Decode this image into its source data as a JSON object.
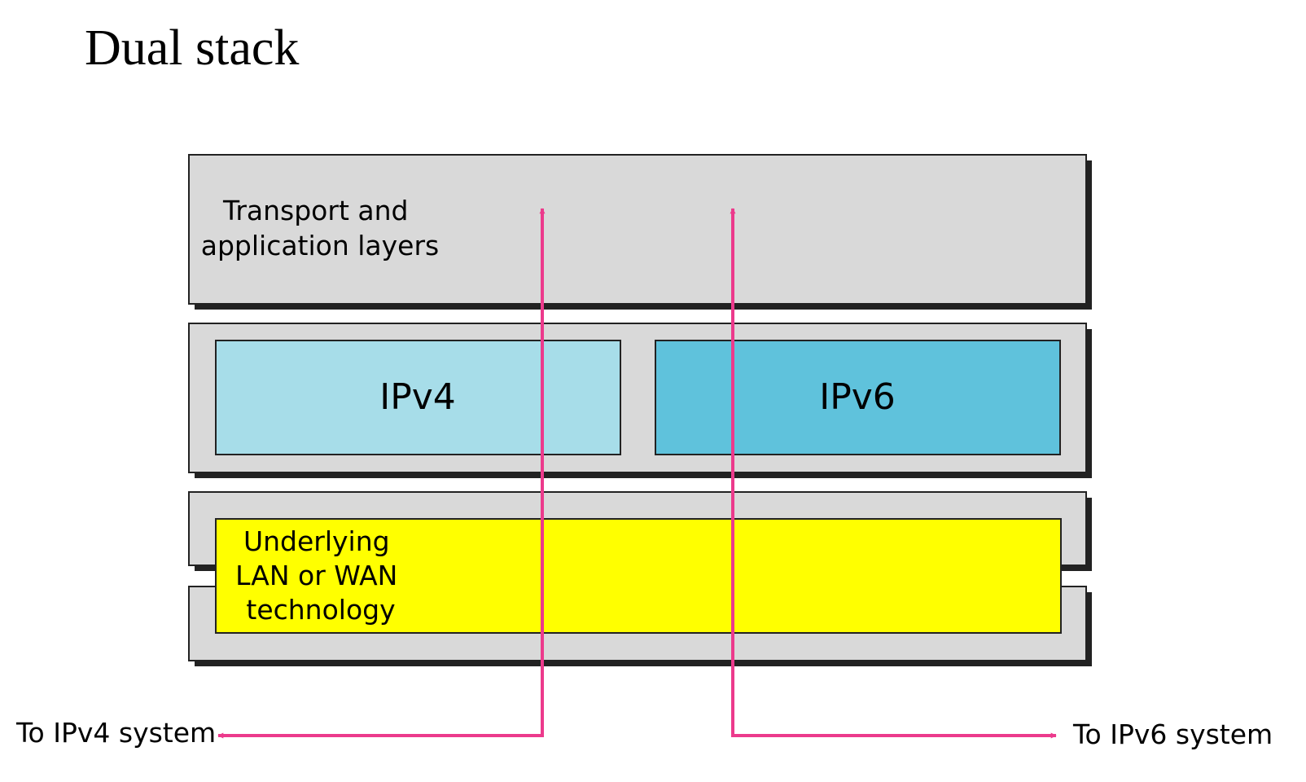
{
  "title": "Dual stack",
  "layers": {
    "transport": "Transport and application layers",
    "transport_lines": [
      "Transport and",
      "application layers"
    ],
    "ipv4": "IPv4",
    "ipv6": "IPv6",
    "underlying_lines": [
      "Underlying",
      "LAN or WAN",
      "technology"
    ]
  },
  "destinations": {
    "ipv4": "To IPv4 system",
    "ipv6": "To IPv6 system"
  },
  "colors": {
    "layer_fill": "#d9d9d9",
    "ipv4_fill": "#a7dde9",
    "ipv6_fill": "#5fc2dc",
    "underlying_fill": "#ffff00",
    "arrow": "#ec3a8c",
    "shadow": "#222222"
  }
}
